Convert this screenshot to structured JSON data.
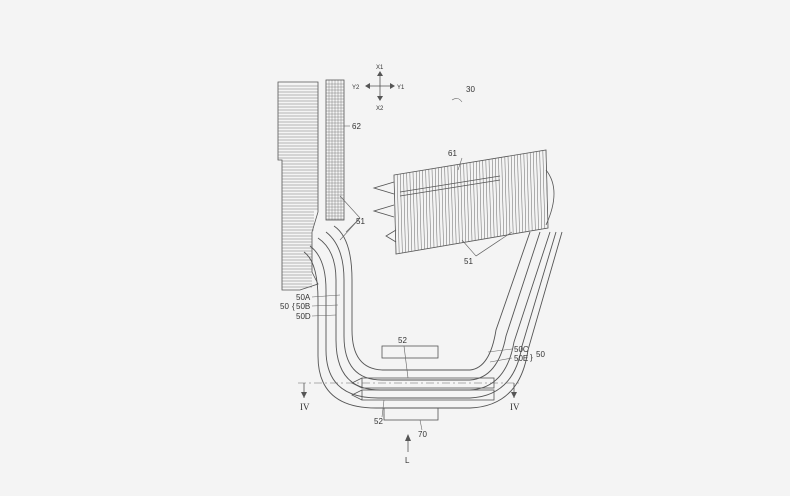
{
  "colors": {
    "background": "#f4f4f4",
    "line": "#555555",
    "text": "#333333"
  },
  "axes": {
    "x1": "X1",
    "x2": "X2",
    "y1": "Y1",
    "y2": "Y2"
  },
  "refs": {
    "device": "30",
    "fin_upper": "62",
    "fin_right": "61",
    "bend_upper": "51",
    "bend_right": "51",
    "group": "50",
    "pipe_a": "50A",
    "pipe_b": "50B",
    "pipe_d": "50D",
    "pipe_c": "50C",
    "pipe_e": "50E",
    "group_right": "50",
    "block_top": "52",
    "block_bottom": "52",
    "base": "70",
    "view_left": "IV",
    "view_right": "IV",
    "direction": "L"
  }
}
